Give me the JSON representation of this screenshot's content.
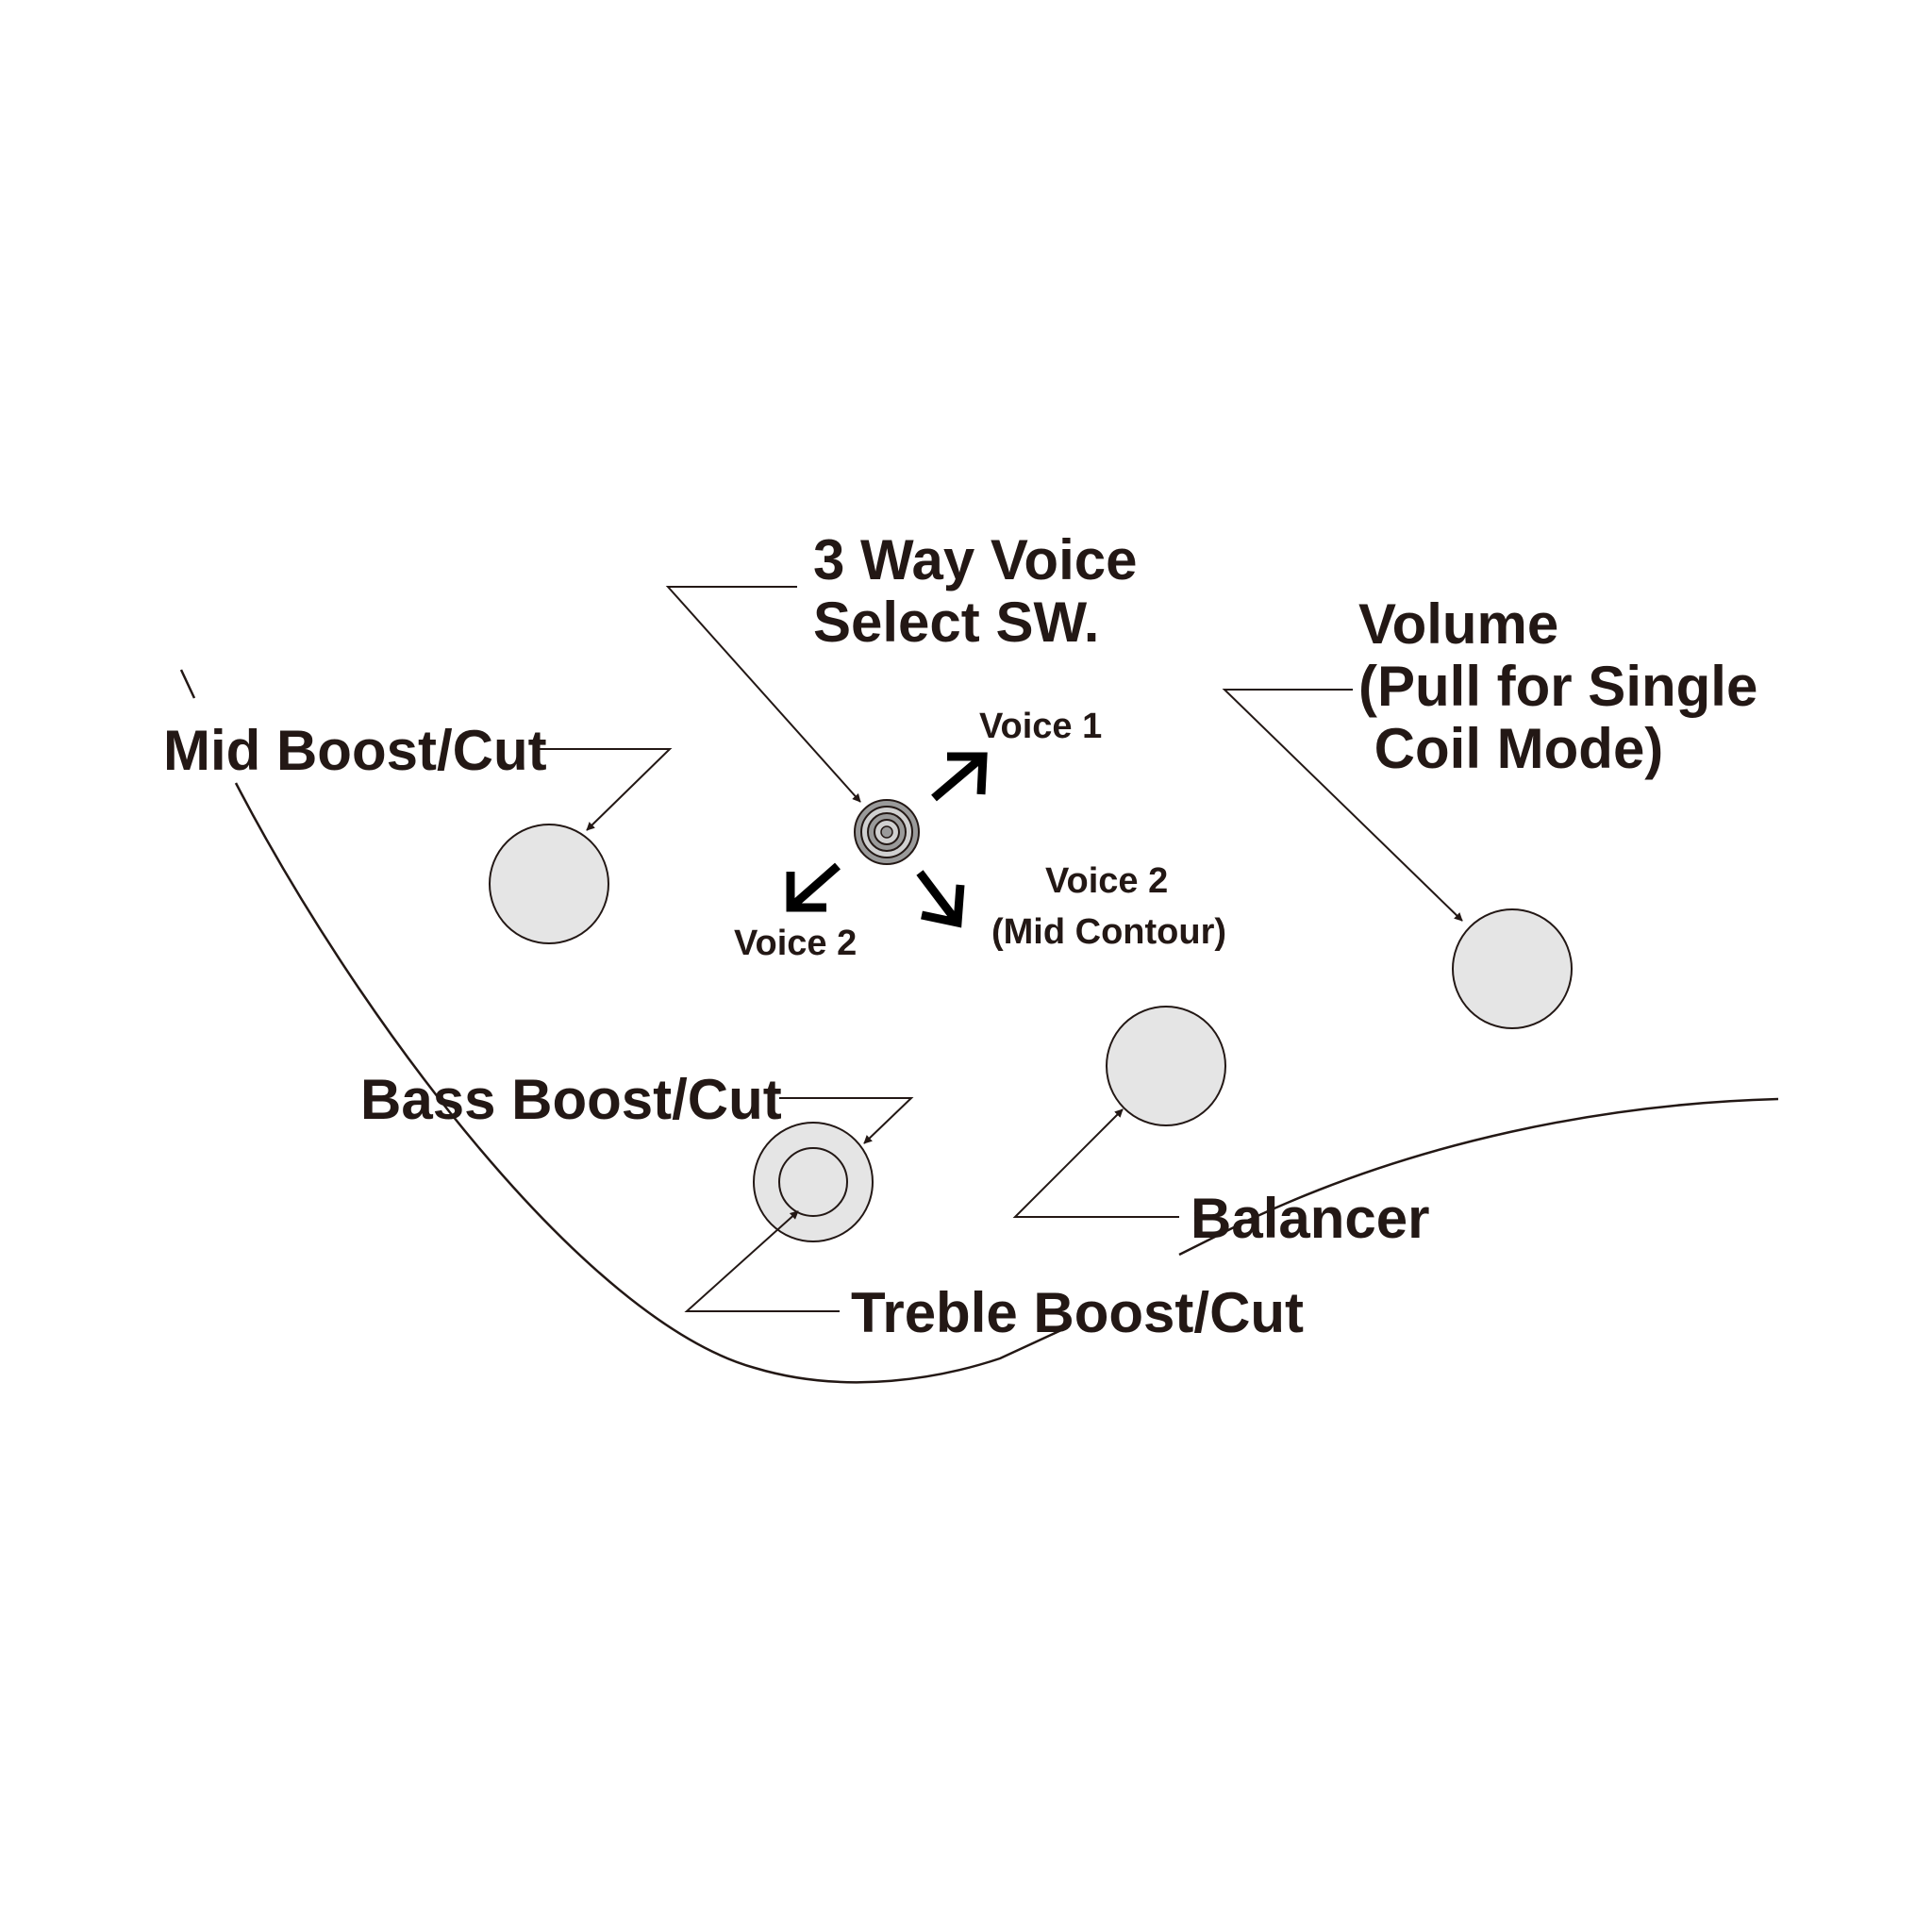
{
  "labels": {
    "voice_select_line1": "3 Way Voice",
    "voice_select_line2": "Select SW.",
    "mid": "Mid Boost/Cut",
    "volume_line1": "Volume",
    "volume_line2": "(Pull for Single",
    "volume_line3": " Coil Mode)",
    "voice1": "Voice 1",
    "voice2_left": "Voice 2",
    "voice2_right_line1": "Voice 2",
    "voice2_right_line2": "(Mid Contour)",
    "bass": "Bass Boost/Cut",
    "balancer": "Balancer",
    "treble": "Treble Boost/Cut"
  },
  "colors": {
    "ink": "#231815",
    "knob_fill": "#e5e5e5",
    "background": "#ffffff"
  }
}
